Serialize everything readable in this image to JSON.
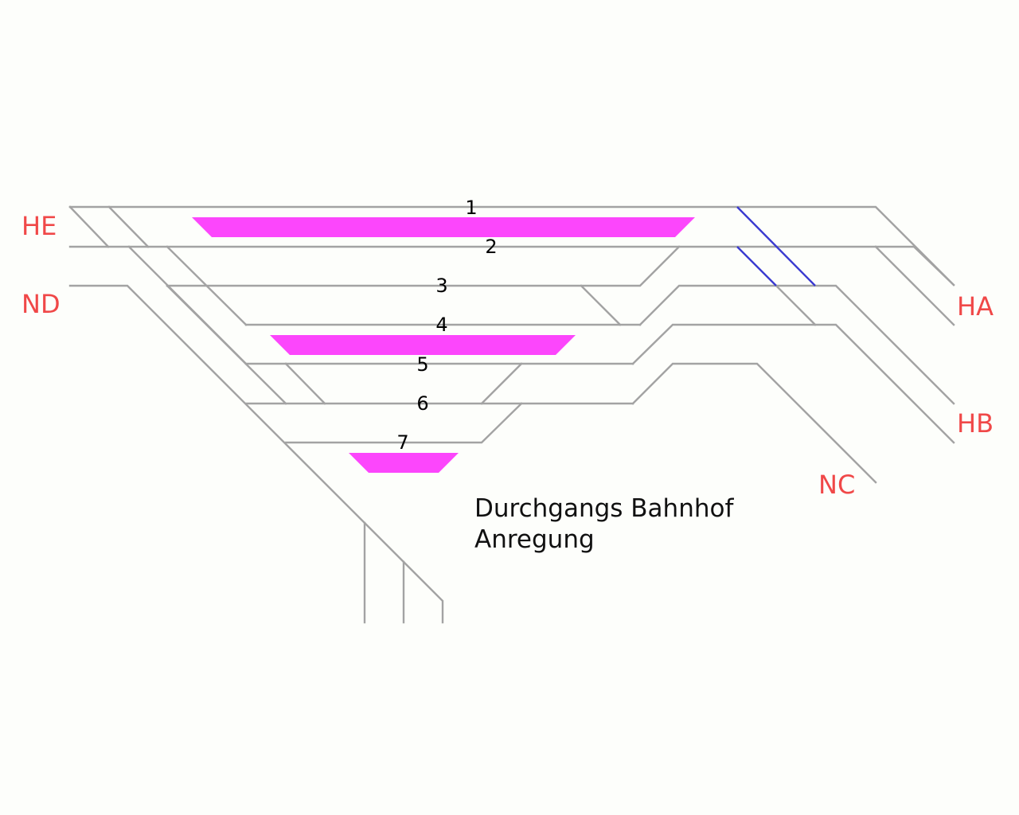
{
  "colors": {
    "background": "#fdfefb",
    "track": "#a3a3a3",
    "crossover": "#3a3ad0",
    "platform": "#fc46fc",
    "line_label": "#f04848",
    "text": "#000000"
  },
  "track_numbers": [
    "1",
    "2",
    "3",
    "4",
    "5",
    "6",
    "7"
  ],
  "line_labels": {
    "he": "HE",
    "nd": "ND",
    "ha": "HA",
    "hb": "HB",
    "nc": "NC"
  },
  "caption": {
    "line1": "Durchgangs Bahnhof",
    "line2": "Anregung"
  }
}
